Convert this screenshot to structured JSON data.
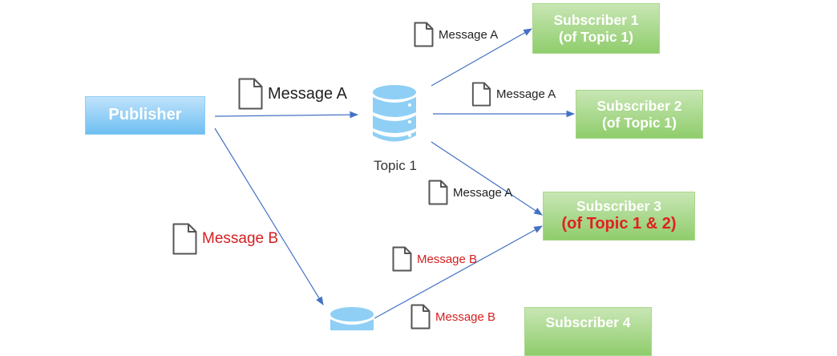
{
  "publisher": {
    "label": "Publisher"
  },
  "topics": [
    {
      "label": "Topic 1",
      "color": "#8fcff5"
    },
    {
      "label": "",
      "color": "#8fcff5"
    }
  ],
  "subscribers": [
    {
      "name": "Subscriber 1",
      "scope": "(of Topic 1)"
    },
    {
      "name": "Subscriber 2",
      "scope": "(of Topic 1)"
    },
    {
      "name": "Subscriber 3",
      "scope": "(of Topic 1 & 2)"
    },
    {
      "name": "Subscriber 4",
      "scope": ""
    }
  ],
  "messages": {
    "a_publisher": "Message A",
    "a_sub1": "Message A",
    "a_sub2": "Message A",
    "a_sub3": "Message A",
    "b_publisher": "Message B",
    "b_sub3": "Message B",
    "b_sub4": "Message B"
  },
  "colors": {
    "arrow": "#4472c4",
    "message_b": "#d42020",
    "publisher": "#6fbff2",
    "subscriber": "#8fcd6c",
    "highlight": "#e02020"
  },
  "icons": {
    "document": "document-icon",
    "database": "database-icon"
  }
}
